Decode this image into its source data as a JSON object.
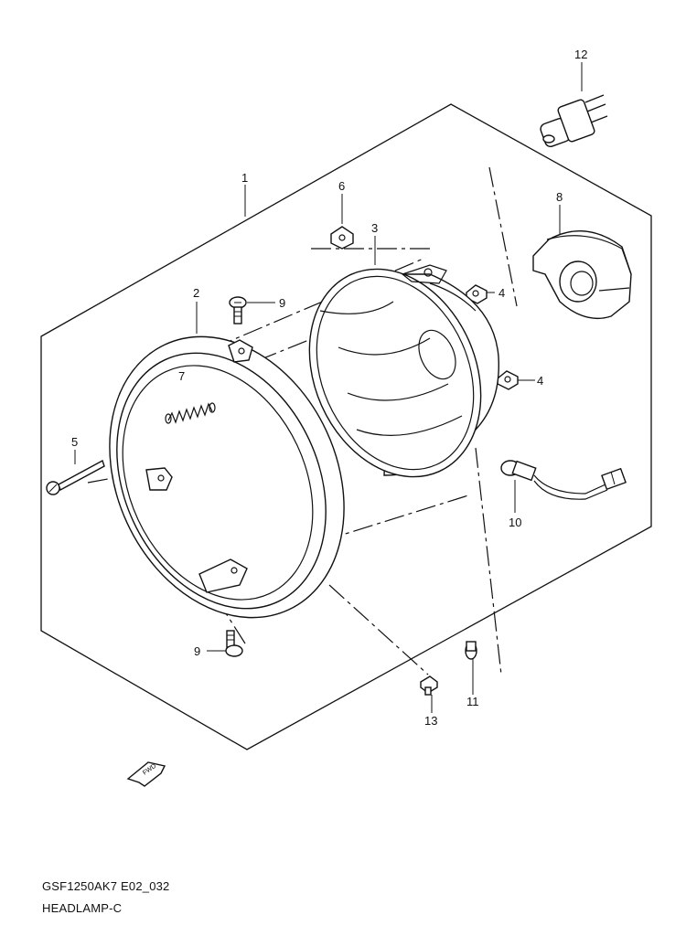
{
  "diagram": {
    "model_code": "GSF1250AK7 E02_032",
    "assembly_name": "HEADLAMP-C",
    "fwd_label": "FWD",
    "callouts": {
      "c1": "1",
      "c2": "2",
      "c3": "3",
      "c4a": "4",
      "c4b": "4",
      "c5": "5",
      "c6": "6",
      "c7": "7",
      "c8": "8",
      "c9a": "9",
      "c9b": "9",
      "c10": "10",
      "c11": "11",
      "c12": "12",
      "c13": "13"
    }
  }
}
